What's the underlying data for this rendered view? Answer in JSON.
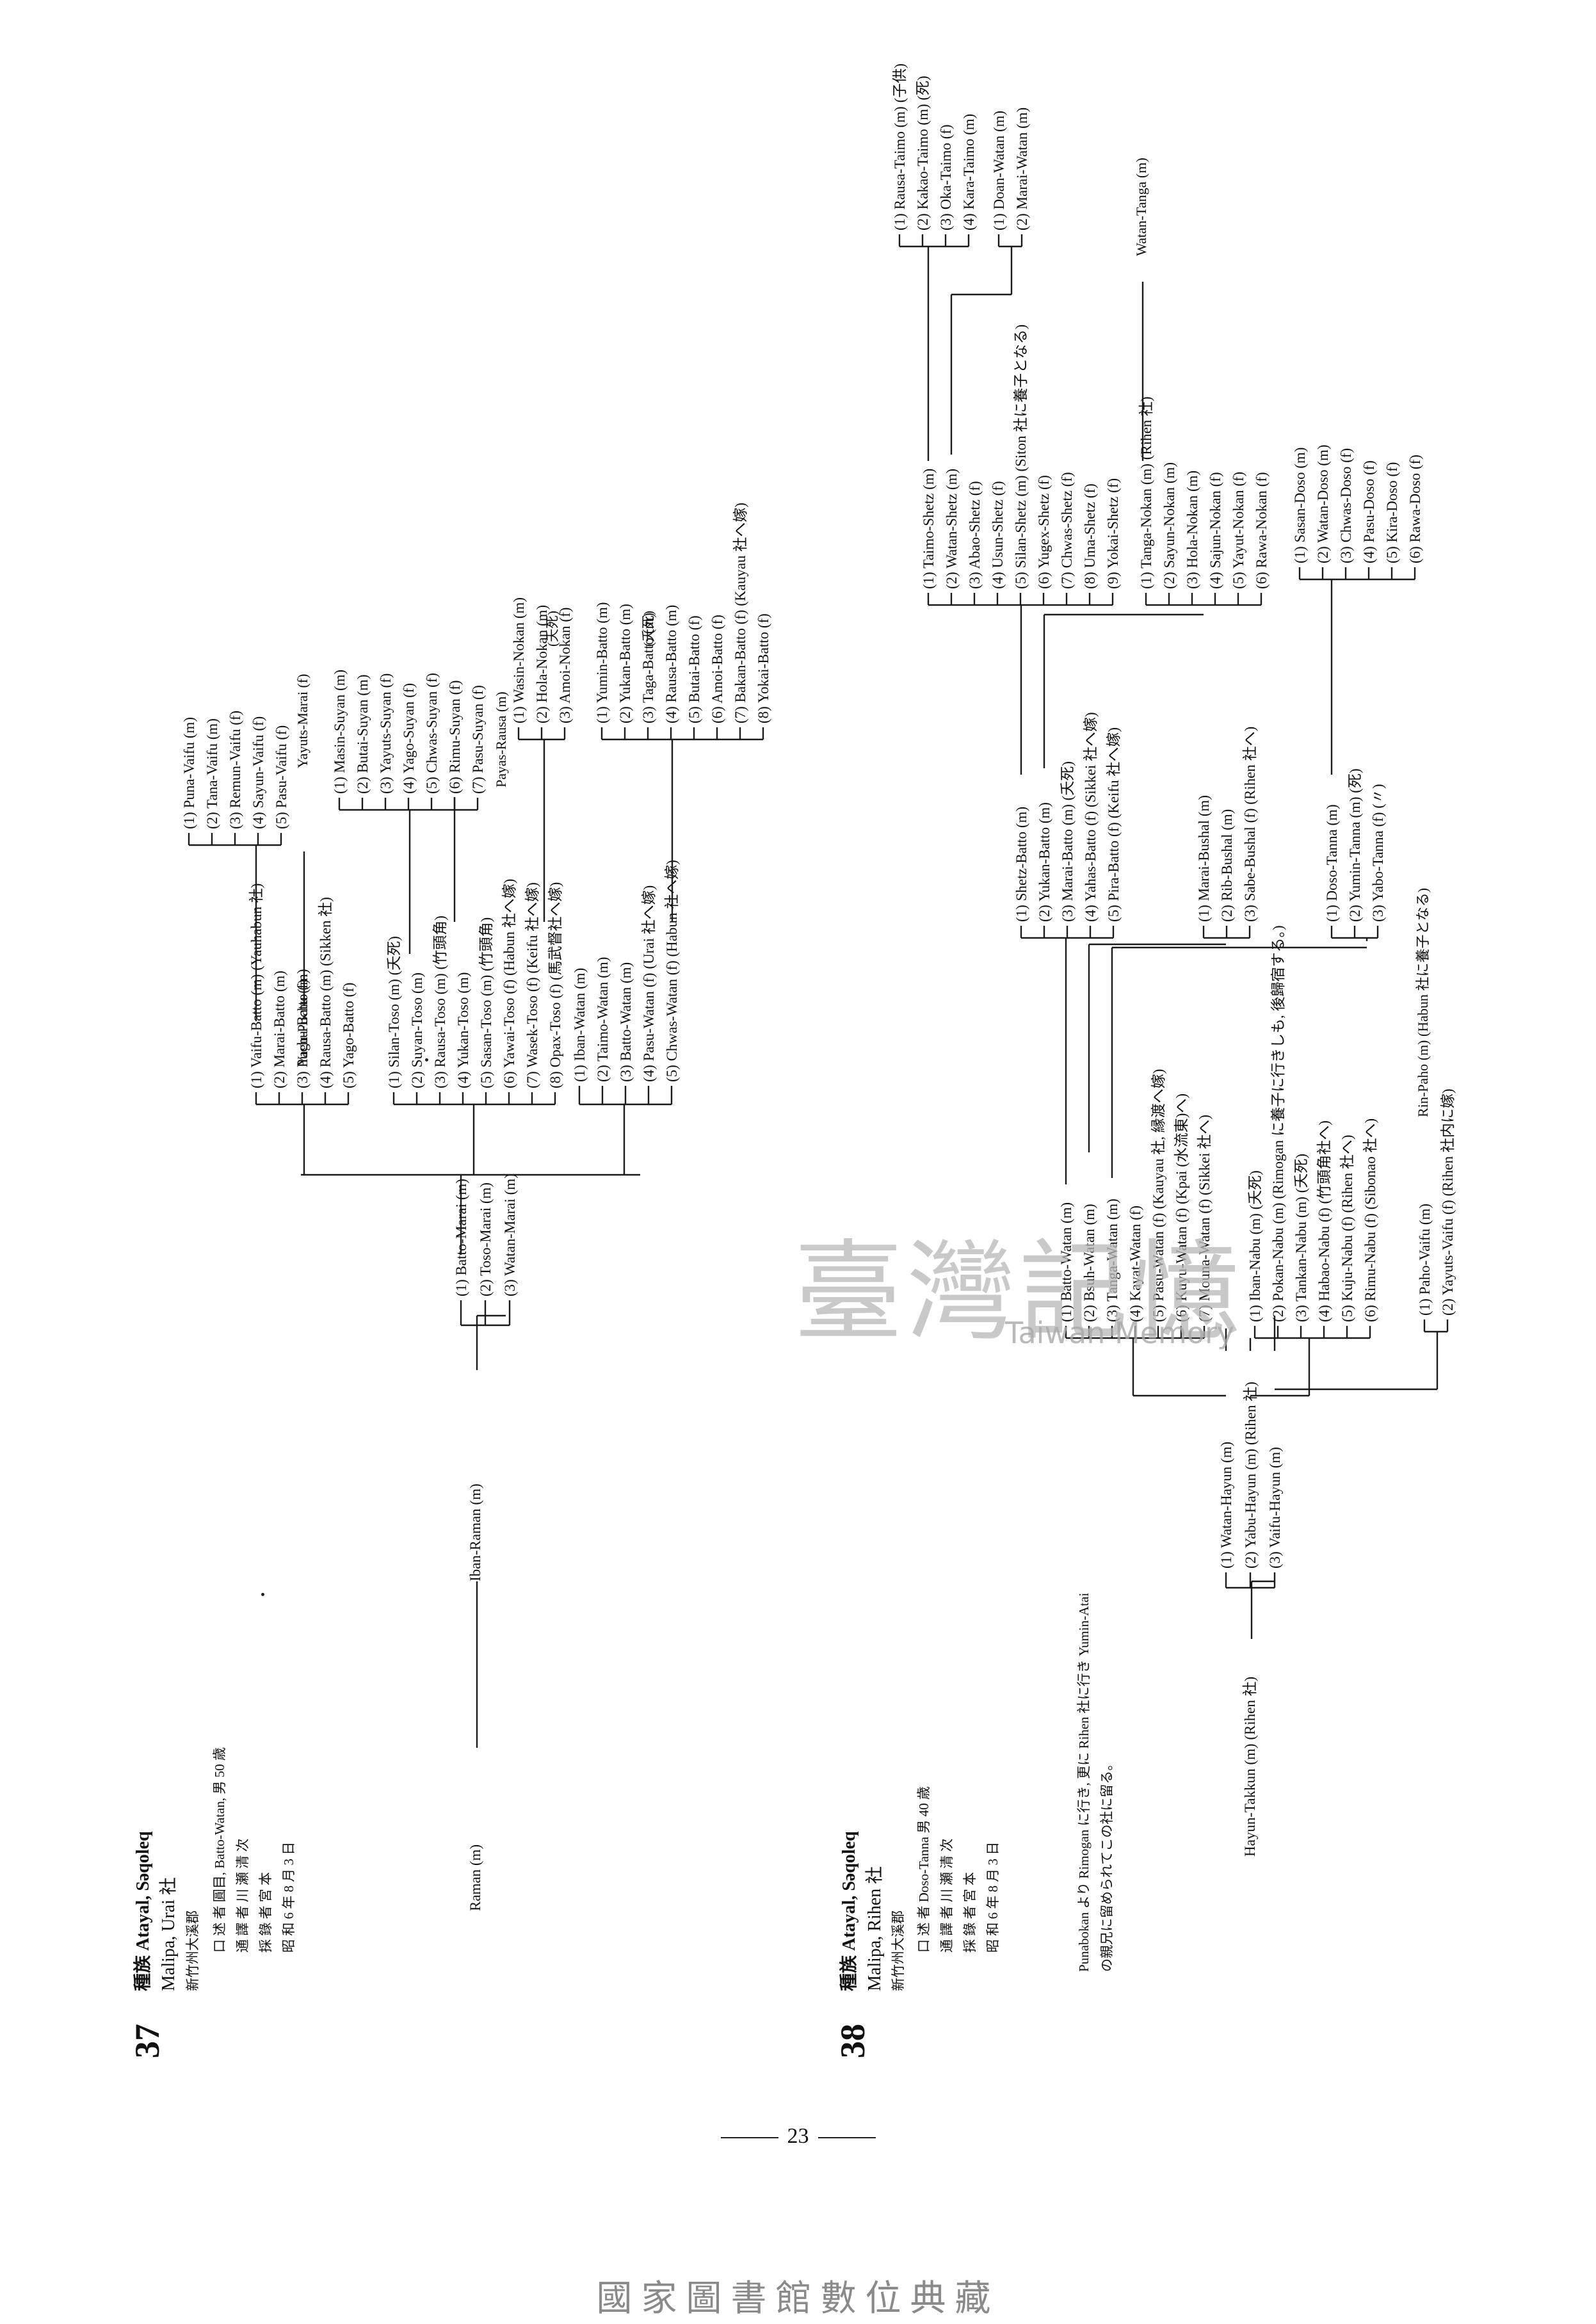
{
  "section37": {
    "number": "37",
    "tribe_line": "種族 Atayal, Sәqoleq",
    "village": "Malipa, Urai 社",
    "district": "新竹州大溪郡",
    "informant": "口 述 者 圓目, Batto-Watan, 男 50 歳",
    "interpreter": "通 譯 者 川 瀬 清 次",
    "recorder": "採 錄 者 宮 本",
    "date": "昭 和 6 年 8 月 3 日",
    "root": "Raman (m)",
    "n1": "Iban-Raman (m)",
    "gen2": [
      "(1) Batto-Marai (m)",
      "(2) Toso-Marai (m)",
      "(3) Watan-Marai (m)"
    ],
    "b1": [
      "(1) Vaifu-Batto (m) (Yauhabun 社)",
      "(2) Marai-Batto (m)",
      "(3) Puchu-Batto (m)",
      "(4) Rausa-Batto (m) (Sikken 社)",
      "(5) Yago-Batto (f)"
    ],
    "c1_label": "Yagu-Puchu (f)",
    "b2": [
      "(1) Silan-Toso (m) (夭死)",
      "(2) Suyan-Toso (m)",
      "(3) Rausa-Toso (m) (竹頭角)",
      "(4) Yukan-Toso (m)",
      "(5) Sasan-Toso (m) (竹頭角)",
      "(6) Yawai-Toso (f) (Habun 社へ嫁)",
      "(7) Wasek-Toso (f) (Keifu 社へ嫁)",
      "(8) Opax-Toso (f) (馬武督社へ嫁)"
    ],
    "b3": [
      "(1) Iban-Watan (m)",
      "(2) Taimo-Watan (m)",
      "(3) Batto-Watan (m)",
      "(4) Pasu-Watan (f) (Urai 社へ嫁)",
      "(5) Chwas-Watan (f) (Habun 社へ嫁)"
    ],
    "c_vaifu": [
      "(1) Puna-Vaifu (m)",
      "(2) Tana-Vaifu (m)",
      "(3) Remun-Vaifu (f)",
      "(4) Sayun-Vaifu (f)",
      "(5) Pasu-Vaifu (f)"
    ],
    "yayuts_label": "Yayuts-Marai (f)",
    "c_suyan": [
      "(1) Masin-Suyan (m)",
      "(2) Butai-Suyan (m)",
      "(3) Yayuts-Suyan (f)",
      "(4) Yago-Suyan (f)",
      "(5) Chwas-Suyan (f)",
      "(6) Rimu-Suyan (f)",
      "(7) Pasu-Suyan (f)"
    ],
    "payas_label": "Payas-Rausa (m)",
    "c_nokan": [
      "(1) Wasin-Nokan (m)",
      "(2) Hola-Nokan (m)",
      "(3) Amoi-Nokan (f)"
    ],
    "nokan_note": "(夭死)",
    "c_batto": [
      "(1) Yumin-Batto (m)",
      "(2) Yukan-Batto (m)",
      "(3) Taga-Batto (m)",
      "(4) Rausa-Batto (m)",
      "(5) Butai-Batto (f)",
      "(6) Amoi-Batto (f)",
      "(7) Bakan-Batto (f) (Kauyau 社へ嫁)",
      "(8) Yokai-Batto (f)"
    ],
    "batto_note": "(夭死)"
  },
  "section38": {
    "number": "38",
    "tribe_line": "種族 Atayal, Sәqoleq",
    "village": "Malipa, Rihen 社",
    "district": "新竹州大溪郡",
    "informant": "口 述 者 Doso-Tanna 男 40 歳",
    "interpreter": "通 譯 者 川 瀬 清 次",
    "recorder": "採 錄 者 宮 本",
    "date": "昭 和 6 年 8 月 3 日",
    "note1": "Punabokan より Rimogan に行き, 更に Rihen 社に行き Yumin-Atai",
    "note2": "の親兄に留められてこの社に留る。",
    "root": "Hayun-Takkun (m) (Rihen 社)",
    "gen2": [
      "(1) Watan-Hayun (m)",
      "(2) Yabu-Hayun (m) (Rihen 社)",
      "(3) Vaifu-Hayun (m)"
    ],
    "a1": [
      "(1) Batto-Watan (m)",
      "(2) Bsuh-Watan (m)",
      "(3) Tanga-Watan (m)",
      "(4) Kayat-Watan (f)",
      "(5) Pasu-Watan (f) (Kauyau 社, 縁渡へ嫁)",
      "(6) Kuyu-Watan (f) (Kpai (水流東)へ)",
      "(7) Mouna-Watan (f) (Sikkei 社へ)"
    ],
    "a2": [
      "(1) Iban-Nabu (m) (夭死)",
      "(2) Pokan-Nabu (m) (Rimogan に養子に行きしも, 後歸宿する。)",
      "(3) Tankan-Nabu (m) (夭死)",
      "(4) Habao-Nabu (f) (竹頭角社へ)",
      "(5) Kuju-Nabu (f) (Rihen 社へ)",
      "(6) Rimu-Nabu (f) (Sibonao 社へ)"
    ],
    "a3": [
      "(1) Paho-Vaifu (m)",
      "(2) Yayuts-Vaifu (f) (Rihen 社内に嫁)"
    ],
    "rin_label": "Rin-Paho (m) (Habun 社に養子となる)",
    "c_batto": [
      "(1) Shetz-Batto (m)",
      "(2) Yukan-Batto (m)",
      "(3) Marai-Batto (m) (夭死)",
      "(4) Yahas-Batto (f) (Sikkei 社へ嫁)",
      "(5) Pira-Batto (f) (Keifu 社へ嫁)"
    ],
    "c_bushal": [
      "(1) Marai-Bushal (m)",
      "(2) Rib-Bushal (m)",
      "(3) Sabe-Bushal (f) (Rihen 社へ)"
    ],
    "c_doso": [
      "(1) Doso-Tanna (m)",
      "(2) Yumin-Tanna (m) (死)",
      "(3) Yabo-Tanna (f) (〃)"
    ],
    "d_shetz": [
      "(1) Taimo-Shetz (m)",
      "(2) Watan-Shetz (m)",
      "(3) Abao-Shetz (f)",
      "(4) Usun-Shetz (f)",
      "(5) Silan-Shetz (m) (Siton 社に養子となる)",
      "(6) Yugex-Shetz (f)",
      "(7) Chwas-Shetz (f)",
      "(8) Uma-Shetz (f)",
      "(9) Yokai-Shetz (f)"
    ],
    "d_nokan": [
      "(1) Tanga-Nokan (m) (Rihen 社)",
      "(2) Sayun-Nokan (m)",
      "(3) Hola-Nokan (m)",
      "(4) Sajun-Nokan (f)",
      "(5) Yayut-Nokan (f)",
      "(6) Rawa-Nokan (f)"
    ],
    "watan_tanga": "Watan-Tanga (m)",
    "d_doso": [
      "(1) Sasan-Doso (m)",
      "(2) Watan-Doso (m)",
      "(3) Chwas-Doso (f)",
      "(4) Pasu-Doso (f)",
      "(5) Kira-Doso (f)",
      "(6) Rawa-Doso (f)"
    ],
    "e_taimo": [
      "(1) Rausa-Taimo (m) (子供)",
      "(2) Kakao-Taimo (m) (死)",
      "(3) Oka-Taimo (f)",
      "(4) Kara-Taimo (m)"
    ],
    "e_watan": [
      "(1) Doan-Watan (m)",
      "(2) Marai-Watan (m)"
    ]
  },
  "footer": {
    "page": "23",
    "library": "國家圖書館數位典藏"
  },
  "watermark": {
    "main": "臺灣記憶",
    "sub": "Taiwan Memory"
  }
}
